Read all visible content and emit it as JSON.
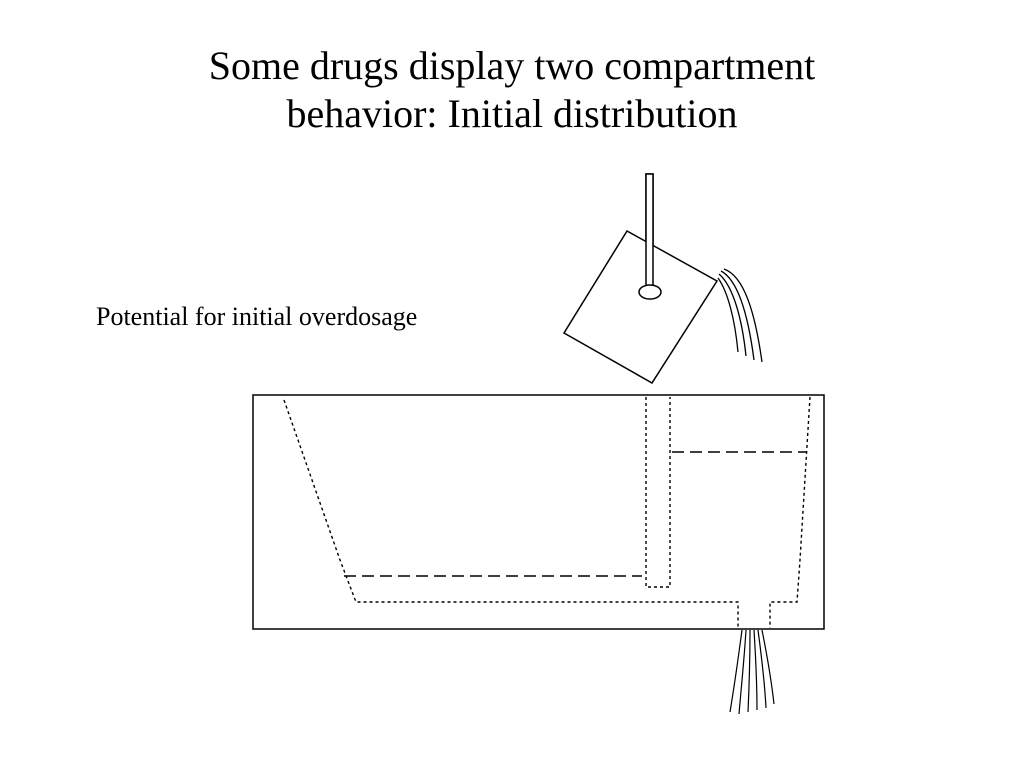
{
  "slide": {
    "title_line1": "Some drugs display two compartment",
    "title_line2": "behavior: Initial distribution",
    "caption": "Potential for initial overdosage"
  },
  "colors": {
    "background": "#ffffff",
    "ink": "#000000"
  }
}
